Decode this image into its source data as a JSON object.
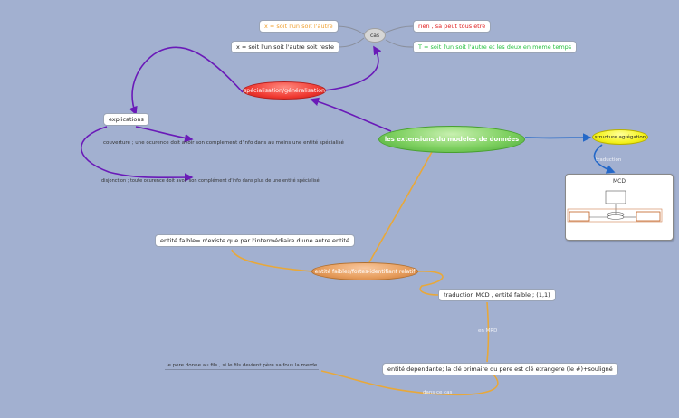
{
  "colors": {
    "background": "#a2b0d0",
    "purple_link": "#6a1ab8",
    "orange_link": "#e8a83a",
    "blue_link": "#2468c8",
    "central": "#7ed060",
    "specialisation": "#f03a32",
    "entite_faibles": "#e8a060",
    "structure": "#f4f21c",
    "orange_text": "#f0a030",
    "red_text": "#e02020",
    "green_text": "#28c040"
  },
  "central": {
    "label": "les extensions du modeles de données"
  },
  "specialisation": {
    "label": "spécialisation/généralisation"
  },
  "cas": {
    "label": "cas"
  },
  "cas_items": {
    "left1": "x = soit l'un soit l'autre",
    "left2": "x = soit l'un soit l'autre soit reste",
    "right1": "rien , sa peut tous etre",
    "right2": "T = soit l'un soit l'autre et les deux en meme temps"
  },
  "explications": {
    "label": "explications",
    "couverture": "couverture ; une ocurence doit avoir son complement d'info dans au moins une entité spécialisé",
    "disjonction": "disjonction ; toute ocurence doit avoir son complément d'info dans plus de une entité spécialisé"
  },
  "structure": {
    "label": "structure agrégation",
    "link_label": "traduction",
    "mcd_title": "MCD"
  },
  "faibles": {
    "label": "entité faibles/fortes-identifiant relatif",
    "entite_faible": "entité faible= n'existe que par l'intermédiaire d'une autre entité",
    "traduction": "traduction MCD , entité faible ; (1,1)",
    "en_mrd": "en MRD",
    "dependante": "entité dependante; la clé primaire du pere est clé etrangere (le #)+souligné",
    "dans_ce_cas": "dans ce cas",
    "pere": "le père donne au fils , si le fils devient père sa fous la merde"
  }
}
